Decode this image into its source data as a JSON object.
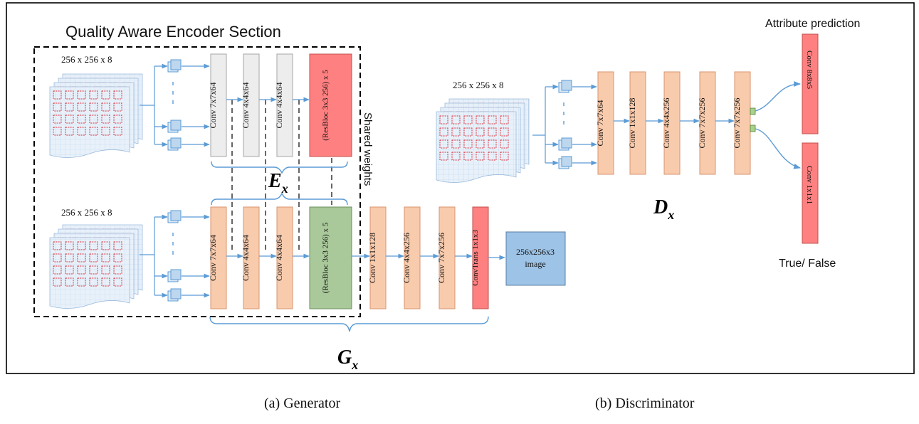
{
  "encoder_section": {
    "title": "Quality Aware Encoder Section"
  },
  "inputs": {
    "top": "256 x 256 x 8",
    "bottom": "256 x 256 x 8",
    "disc": "256 x 256 x 8"
  },
  "shared_weights": "Shared weights",
  "encoder_layers": [
    "Conv 7x7x64",
    "Conv 4x4x64",
    "Conv 4x4x64",
    "(ResBloc 3x3 256) x 5"
  ],
  "generator_layers": [
    "Conv 7x7x64",
    "Conv 4x4x64",
    "Conv 4x4x64",
    "(ResBloc 3x3 256) x 5",
    "Conv 1x1x128",
    "Conv 4x4x256",
    "Conv 7x7x256",
    "ConvTrans 1x1x3"
  ],
  "output": {
    "line1": "256x256x3",
    "line2": "image"
  },
  "discriminator_layers": [
    "Conv 7x7x64",
    "Conv 1x1x128",
    "Conv 4x4x256",
    "Conv 7x7x256",
    "Conv 7x7x256"
  ],
  "heads": {
    "attr_title": "Attribute prediction",
    "attr_conv": "Conv 8x8x5",
    "tf_title": "True/ False",
    "tf_conv": "Conv 1x1x1"
  },
  "labels": {
    "ex": "E",
    "gx": "G",
    "dx": "D",
    "sub": "x"
  },
  "captions": {
    "generator": "(a) Generator",
    "discriminator": "(b) Discriminator"
  },
  "colors": {
    "frame": "#000000",
    "connector": "#5b9bd5",
    "encoder_conv": "#ededed",
    "conv_orange": "#f8cbad",
    "resbloc_red": "#ff8080",
    "resbloc_green": "#a9c99a",
    "output_blue": "#9dc3e6",
    "grid_red": "#e0303a",
    "grid_blue": "#bdd7ee"
  }
}
